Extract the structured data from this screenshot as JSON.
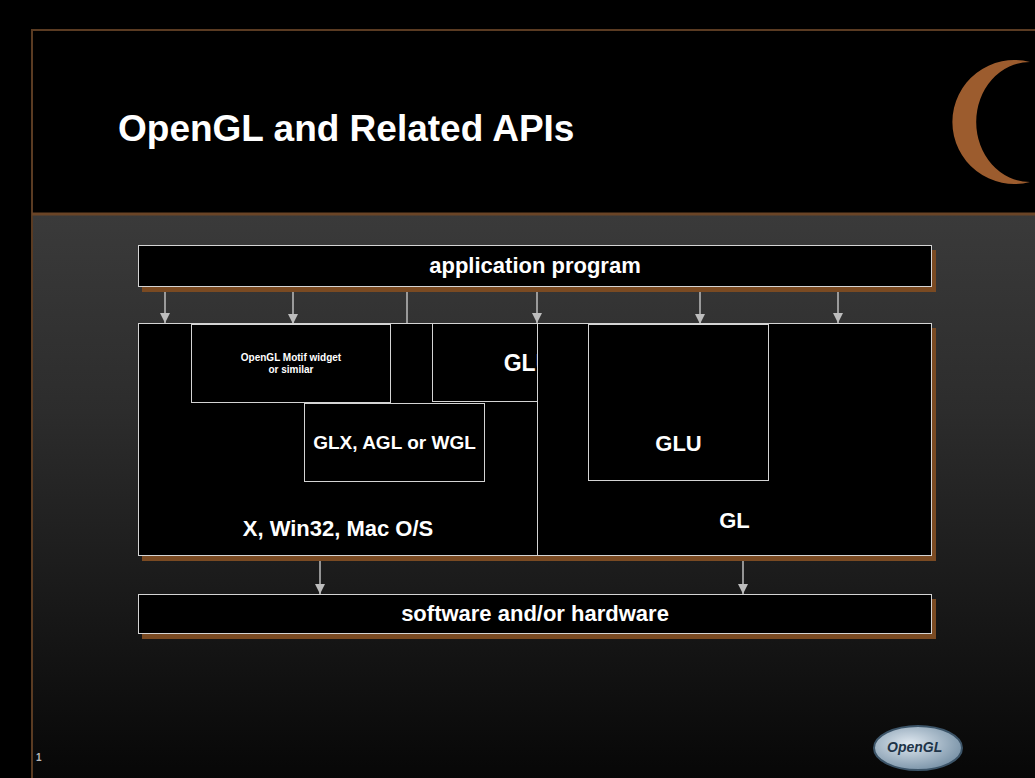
{
  "diagram": {
    "title": "OpenGL and Related APIs",
    "nodes": [
      {
        "text": [
          "application program"
        ]
      },
      {
        "text": [
          "X, Win32, Mac O/S"
        ]
      },
      {
        "text": [
          "OpenGL Motif widget or similar"
        ],
        "in": 1
      },
      {
        "text": [
          "GLX, AGL or WGL"
        ],
        "in": 1
      },
      {
        "text": [
          "GLUT"
        ]
      },
      {
        "text": [
          "GL"
        ]
      },
      {
        "text": [
          "GLU"
        ],
        "in": 5
      },
      {
        "text": [
          "software and/or hardware"
        ]
      }
    ],
    "edges": [
      {
        "from": 0,
        "to": 1,
        "arrow": "to"
      },
      {
        "from": 0,
        "to": 2,
        "arrow": "to"
      },
      {
        "from": 0,
        "to": 3,
        "arrow": "to"
      },
      {
        "from": 0,
        "to": 4,
        "arrow": "to"
      },
      {
        "from": 0,
        "to": 6,
        "arrow": "to"
      },
      {
        "from": 0,
        "to": 5,
        "arrow": "to"
      },
      {
        "from": 1,
        "to": 7,
        "arrow": "to"
      },
      {
        "from": 5,
        "to": 7,
        "arrow": "to"
      }
    ],
    "labels": [
      "OpenGL",
      "1"
    ]
  }
}
